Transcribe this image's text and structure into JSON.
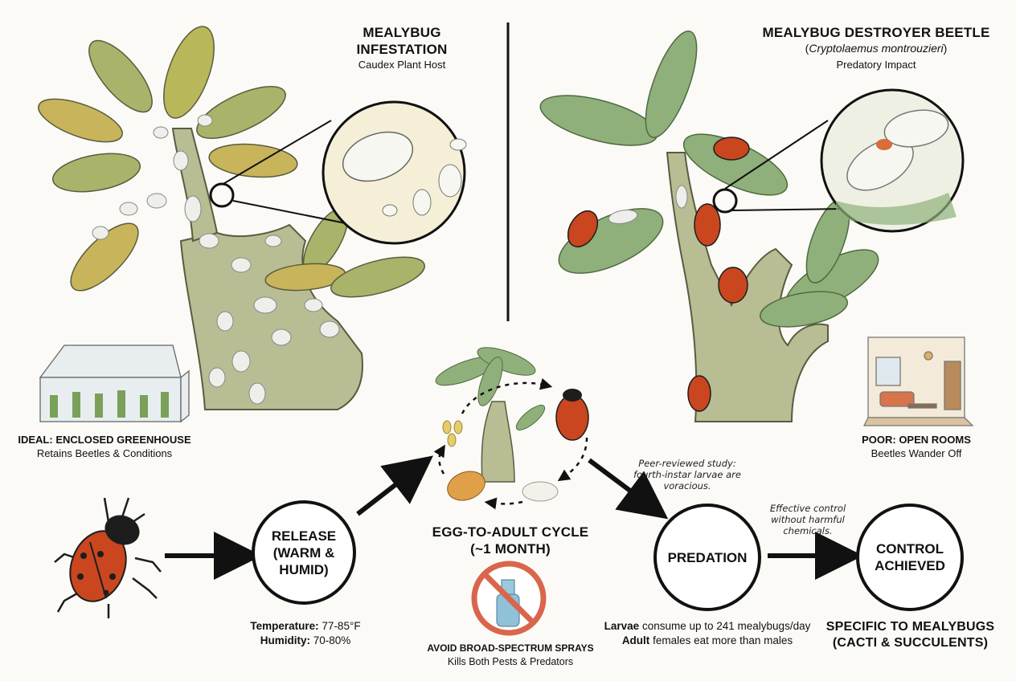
{
  "infestation": {
    "title_line1": "MEALYBUG",
    "title_line2": "INFESTATION",
    "subtitle": "Caudex Plant Host"
  },
  "beetle_panel": {
    "title": "MEALYBUG DESTROYER BEETLE",
    "scientific_name": "Cryptolaemus montrouzieri",
    "paren_open": "(",
    "paren_close": ")",
    "subtitle": "Predatory Impact"
  },
  "greenhouse": {
    "title": "IDEAL: ENCLOSED GREENHOUSE",
    "subtitle": "Retains Beetles & Conditions"
  },
  "open_rooms": {
    "title": "POOR: OPEN ROOMS",
    "subtitle": "Beetles Wander Off"
  },
  "release": {
    "line1": "RELEASE",
    "line2": "(WARM &",
    "line3": "HUMID)"
  },
  "conditions": {
    "temp_label": "Temperature:",
    "temp_value": "77-85°F",
    "humidity_label": "Humidity:",
    "humidity_value": "70-80%"
  },
  "cycle": {
    "line1": "EGG-TO-ADULT CYCLE",
    "line2": "(~1 MONTH)"
  },
  "sprays": {
    "title": "AVOID BROAD-SPECTRUM SPRAYS",
    "subtitle": "Kills Both Pests & Predators"
  },
  "note_study": {
    "line1": "Peer-reviewed study:",
    "line2": "fourth-instar larvae are",
    "line3": "voracious."
  },
  "predation": {
    "label": "PREDATION",
    "larvae_label": "Larvae",
    "larvae_text": "consume up to 241 mealybugs/day",
    "adult_label": "Adult",
    "adult_text": "females eat more than males"
  },
  "note_control": {
    "line1": "Effective control",
    "line2": "without harmful",
    "line3": "chemicals."
  },
  "control": {
    "line1": "CONTROL",
    "line2": "ACHIEVED",
    "specific_line1": "SPECIFIC TO MEALYBUGS",
    "specific_line2": "(CACTI & SUCCULENTS)"
  },
  "colors": {
    "leaf_green": "#8fb07a",
    "leaf_yellow": "#c8b45a",
    "stem": "#b9bd94",
    "beetle_red": "#c9461f",
    "beetle_black": "#1d1d1d",
    "mealybug_white": "#eeeeea",
    "no_symbol": "#d9664c",
    "spray_blue": "#8fc1d8"
  }
}
